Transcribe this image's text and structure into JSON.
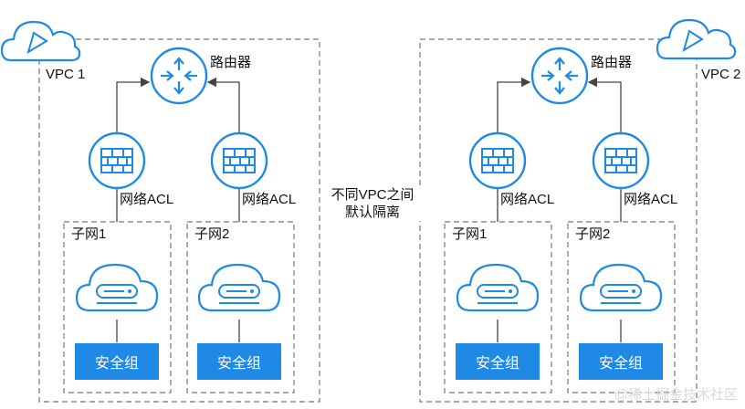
{
  "vpcs": [
    {
      "label": "VPC 1",
      "router_label": "路由器",
      "subnets": [
        {
          "label": "子网1",
          "acl_label": "网络ACL",
          "sg_label": "安全组"
        },
        {
          "label": "子网2",
          "acl_label": "网络ACL",
          "sg_label": "安全组"
        }
      ]
    },
    {
      "label": "VPC 2",
      "router_label": "路由器",
      "subnets": [
        {
          "label": "子网1",
          "acl_label": "网络ACL",
          "sg_label": "安全组"
        },
        {
          "label": "子网2",
          "acl_label": "网络ACL",
          "sg_label": "安全组"
        }
      ]
    }
  ],
  "isolation_text": [
    "不同VPC之间",
    "默认隔离"
  ],
  "watermark": "@稀土掘金技术社区",
  "colors": {
    "accent": "#1f8ae6",
    "dashed_border": "#777777",
    "connector": "#444444"
  }
}
